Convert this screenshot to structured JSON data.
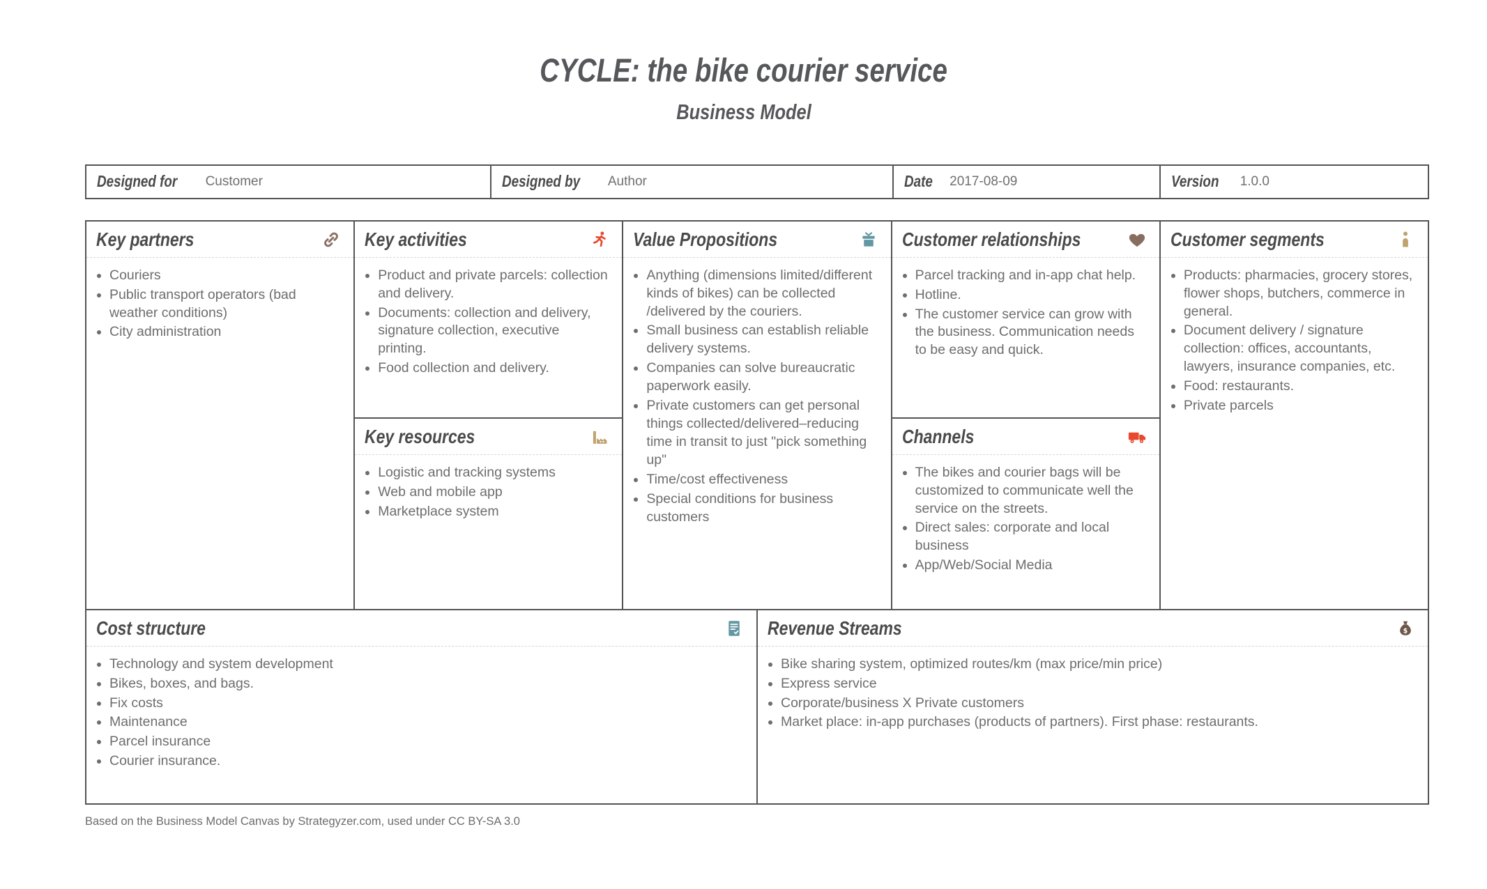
{
  "title": "CYCLE: the bike courier service",
  "subtitle": "Business Model",
  "meta": {
    "designed_for_label": "Designed for",
    "designed_for_value": "Customer",
    "designed_by_label": "Designed by",
    "designed_by_value": "Author",
    "date_label": "Date",
    "date_value": "2017-08-09",
    "version_label": "Version",
    "version_value": "1.0.0"
  },
  "sections": {
    "key_partners": {
      "title": "Key partners",
      "icon": "link-icon",
      "icon_color": "#8a6f63",
      "items": [
        "Couriers",
        "Public transport operators (bad weather conditions)",
        "City administration"
      ]
    },
    "key_activities": {
      "title": "Key activities",
      "icon": "runner-icon",
      "icon_color": "#e8492e",
      "items": [
        "Product and private parcels: collection and delivery.",
        "Documents: collection and delivery, signature collection, executive printing.",
        "Food collection and delivery."
      ]
    },
    "key_resources": {
      "title": "Key resources",
      "icon": "factory-icon",
      "icon_color": "#c0a26e",
      "items": [
        "Logistic and tracking systems",
        "Web and mobile app",
        "Marketplace system"
      ]
    },
    "value_propositions": {
      "title": "Value Propositions",
      "icon": "gift-icon",
      "icon_color": "#6297a3",
      "items": [
        "Anything (dimensions limited/different kinds of bikes) can be collected /delivered by the couriers.",
        "Small business can establish reliable delivery systems.",
        "Companies can solve bureaucratic paperwork easily.",
        "Private customers can get personal things collected/delivered–reducing time in transit to just \"pick something up\"",
        "Time/cost effectiveness",
        "Special conditions for business customers"
      ]
    },
    "customer_relationships": {
      "title": "Customer relationships",
      "icon": "heart-icon",
      "icon_color": "#886d60",
      "items": [
        "Parcel tracking and in-app chat help.",
        "Hotline.",
        "The customer service can grow with the business. Communication needs to be easy and quick."
      ]
    },
    "channels": {
      "title": "Channels",
      "icon": "truck-icon",
      "icon_color": "#e8492e",
      "items": [
        "The bikes and courier bags will be customized to communicate well the service on the streets.",
        "Direct sales: corporate and local business",
        "App/Web/Social Media"
      ]
    },
    "customer_segments": {
      "title": "Customer segments",
      "icon": "person-icon",
      "icon_color": "#c0a26e",
      "items": [
        "Products: pharmacies, grocery stores, flower shops, butchers, commerce in general.",
        "Document delivery / signature collection: offices, accountants, lawyers, insurance companies, etc.",
        "Food: restaurants.",
        "Private parcels"
      ]
    },
    "cost_structure": {
      "title": "Cost structure",
      "icon": "invoice-icon",
      "icon_color": "#6297a3",
      "items": [
        "Technology and system development",
        "Bikes, boxes, and bags.",
        "Fix costs",
        "Maintenance",
        "Parcel insurance",
        "Courier insurance."
      ]
    },
    "revenue_streams": {
      "title": "Revenue Streams",
      "icon": "money-bag-icon",
      "icon_color": "#6e564a",
      "items": [
        "Bike sharing system, optimized routes/km (max price/min price)",
        "Express service",
        "Corporate/business X Private customers",
        "Market place: in-app purchases (products of partners). First phase: restaurants."
      ]
    }
  },
  "footer": "Based on the Business Model Canvas by Strategyzer.com, used under CC BY-SA 3.0",
  "colors": {
    "border": "#545457",
    "header_text": "#4a4a4c",
    "body_text": "#6d6d6d",
    "dashed_divider": "#d6d6d6",
    "accent_red": "#e8492e",
    "accent_teal": "#6297a3",
    "accent_tan": "#c0a26e",
    "accent_brown": "#8a6f63",
    "accent_dark_brown": "#6e564a"
  }
}
